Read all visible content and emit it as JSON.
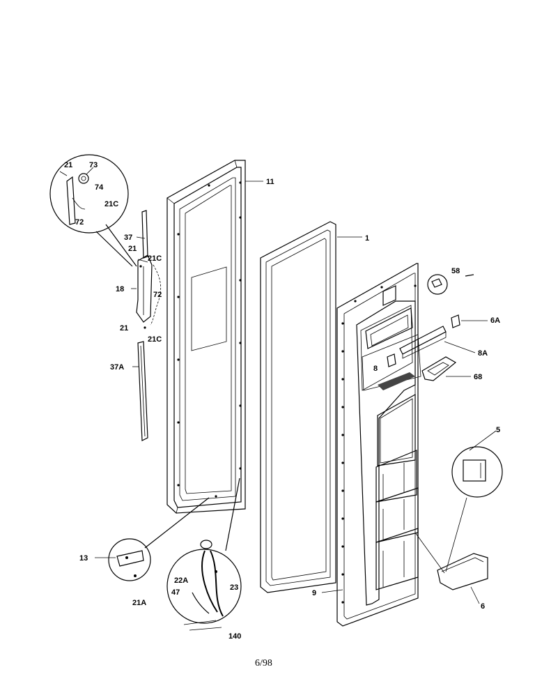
{
  "labels": {
    "p11": "11",
    "p1": "1",
    "p58": "58",
    "p6A": "6A",
    "p8A": "8A",
    "p8": "8",
    "p68": "68",
    "p5": "5",
    "p6": "6",
    "p9": "9",
    "p13": "13",
    "p21A": "21A",
    "p22A": "22A",
    "p47": "47",
    "p23": "23",
    "p140": "140",
    "p37": "37",
    "p21a": "21",
    "p21C_a": "21C",
    "p18": "18",
    "p72": "72",
    "p21b": "21",
    "p21C_b": "21C",
    "p37A": "37A",
    "p21_det": "21",
    "p73_det": "73",
    "p74_det": "74",
    "p21C_det": "21C",
    "p72_det": "72"
  },
  "footer": "6/98"
}
